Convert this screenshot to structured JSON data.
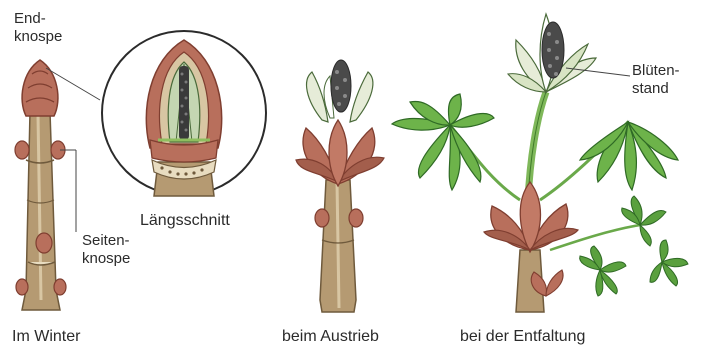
{
  "labels": {
    "endknospe_line1": "End-",
    "endknospe_line2": "knospe",
    "laengsschnitt": "Längsschnitt",
    "seitenknospe_line1": "Seiten-",
    "seitenknospe_line2": "knospe",
    "bluetenstand_line1": "Blüten-",
    "bluetenstand_line2": "stand"
  },
  "captions": {
    "winter": "Im Winter",
    "austrieb": "beim Austrieb",
    "entfaltung": "bei der Entfaltung"
  },
  "colors": {
    "stem": "#b59a72",
    "stem_dark": "#8d7552",
    "bud": "#b86f5c",
    "bud_dark": "#7f3e30",
    "leaf": "#6db34a",
    "leaf_dark": "#2f6a25",
    "flower_white": "#e6ecd8",
    "flower_dark": "#4a4a4a"
  }
}
